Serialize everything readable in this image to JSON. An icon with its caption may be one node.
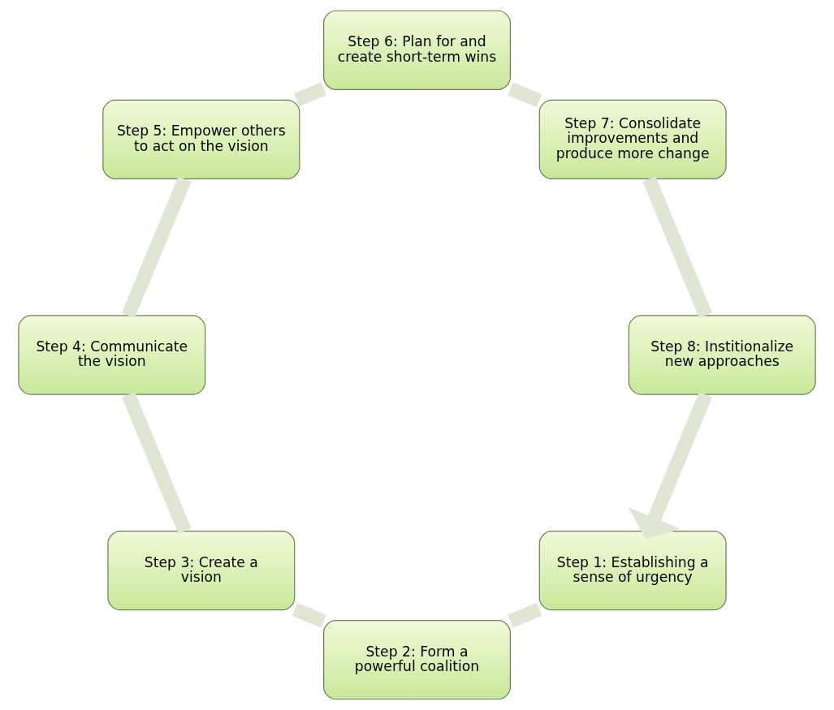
{
  "diagram": {
    "nodes": [
      {
        "text": [
          "Step 1: Establishing a sense of urgency"
        ]
      },
      {
        "text": [
          "Step 2: Form a powerful coalition"
        ]
      },
      {
        "text": [
          "Step 3: Create a vision"
        ]
      },
      {
        "text": [
          "Step 4: Communicate the vision"
        ]
      },
      {
        "text": [
          "Step 5: Empower others to act on the vision"
        ]
      },
      {
        "text": [
          "Step 6: Plan for and create short-term wins"
        ]
      },
      {
        "text": [
          "Step 7: Consolidate improvements and produce more change"
        ]
      },
      {
        "text": [
          "Step 8: Institionalize new approaches"
        ]
      }
    ],
    "edges": [
      {
        "from": 0,
        "to": 1,
        "arrow": "none"
      },
      {
        "from": 1,
        "to": 2,
        "arrow": "none"
      },
      {
        "from": 2,
        "to": 3,
        "arrow": "none"
      },
      {
        "from": 3,
        "to": 4,
        "arrow": "none"
      },
      {
        "from": 4,
        "to": 5,
        "arrow": "none"
      },
      {
        "from": 5,
        "to": 6,
        "arrow": "none"
      },
      {
        "from": 6,
        "to": 7,
        "arrow": "none"
      },
      {
        "from": 7,
        "to": 0,
        "arrow": "to"
      }
    ]
  }
}
